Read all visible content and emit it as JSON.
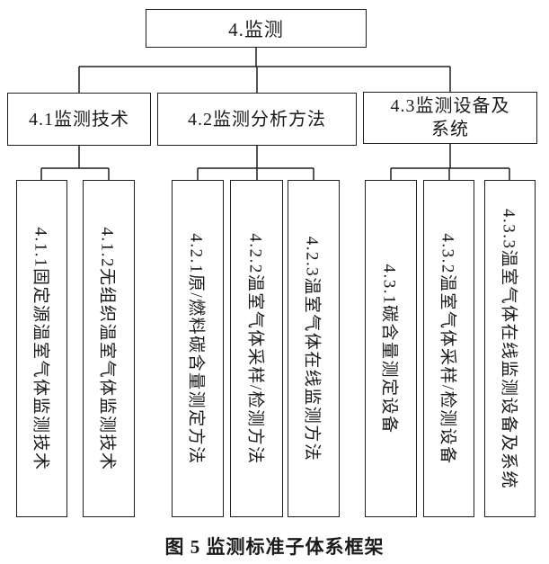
{
  "figure": {
    "root": {
      "label": "4.监测"
    },
    "branches": [
      {
        "label": "4.1监测技术",
        "children": [
          {
            "label": "4.1.1固定源温室气体监测技术"
          },
          {
            "label": "4.1.2无组织温室气体监测技术"
          }
        ]
      },
      {
        "label": "4.2监测分析方法",
        "children": [
          {
            "label": "4.2.1原/燃料碳含量测定方法"
          },
          {
            "label": "4.2.2温室气体采样/检测方法"
          },
          {
            "label": "4.2.3温室气体在线监测方法"
          }
        ]
      },
      {
        "label_line1": "4.3监测设备及",
        "label_line2": "系统",
        "children": [
          {
            "label": "4.3.1碳含量测定设备"
          },
          {
            "label": "4.3.2温室气体采样/检测设备"
          },
          {
            "label": "4.3.3温室气体在线监测设备及系统"
          }
        ]
      }
    ],
    "caption": "图 5 监测标准子体系框架"
  },
  "colors": {
    "line": "#1f1f1f",
    "text": "#1a1a1a",
    "background": "#ffffff"
  }
}
